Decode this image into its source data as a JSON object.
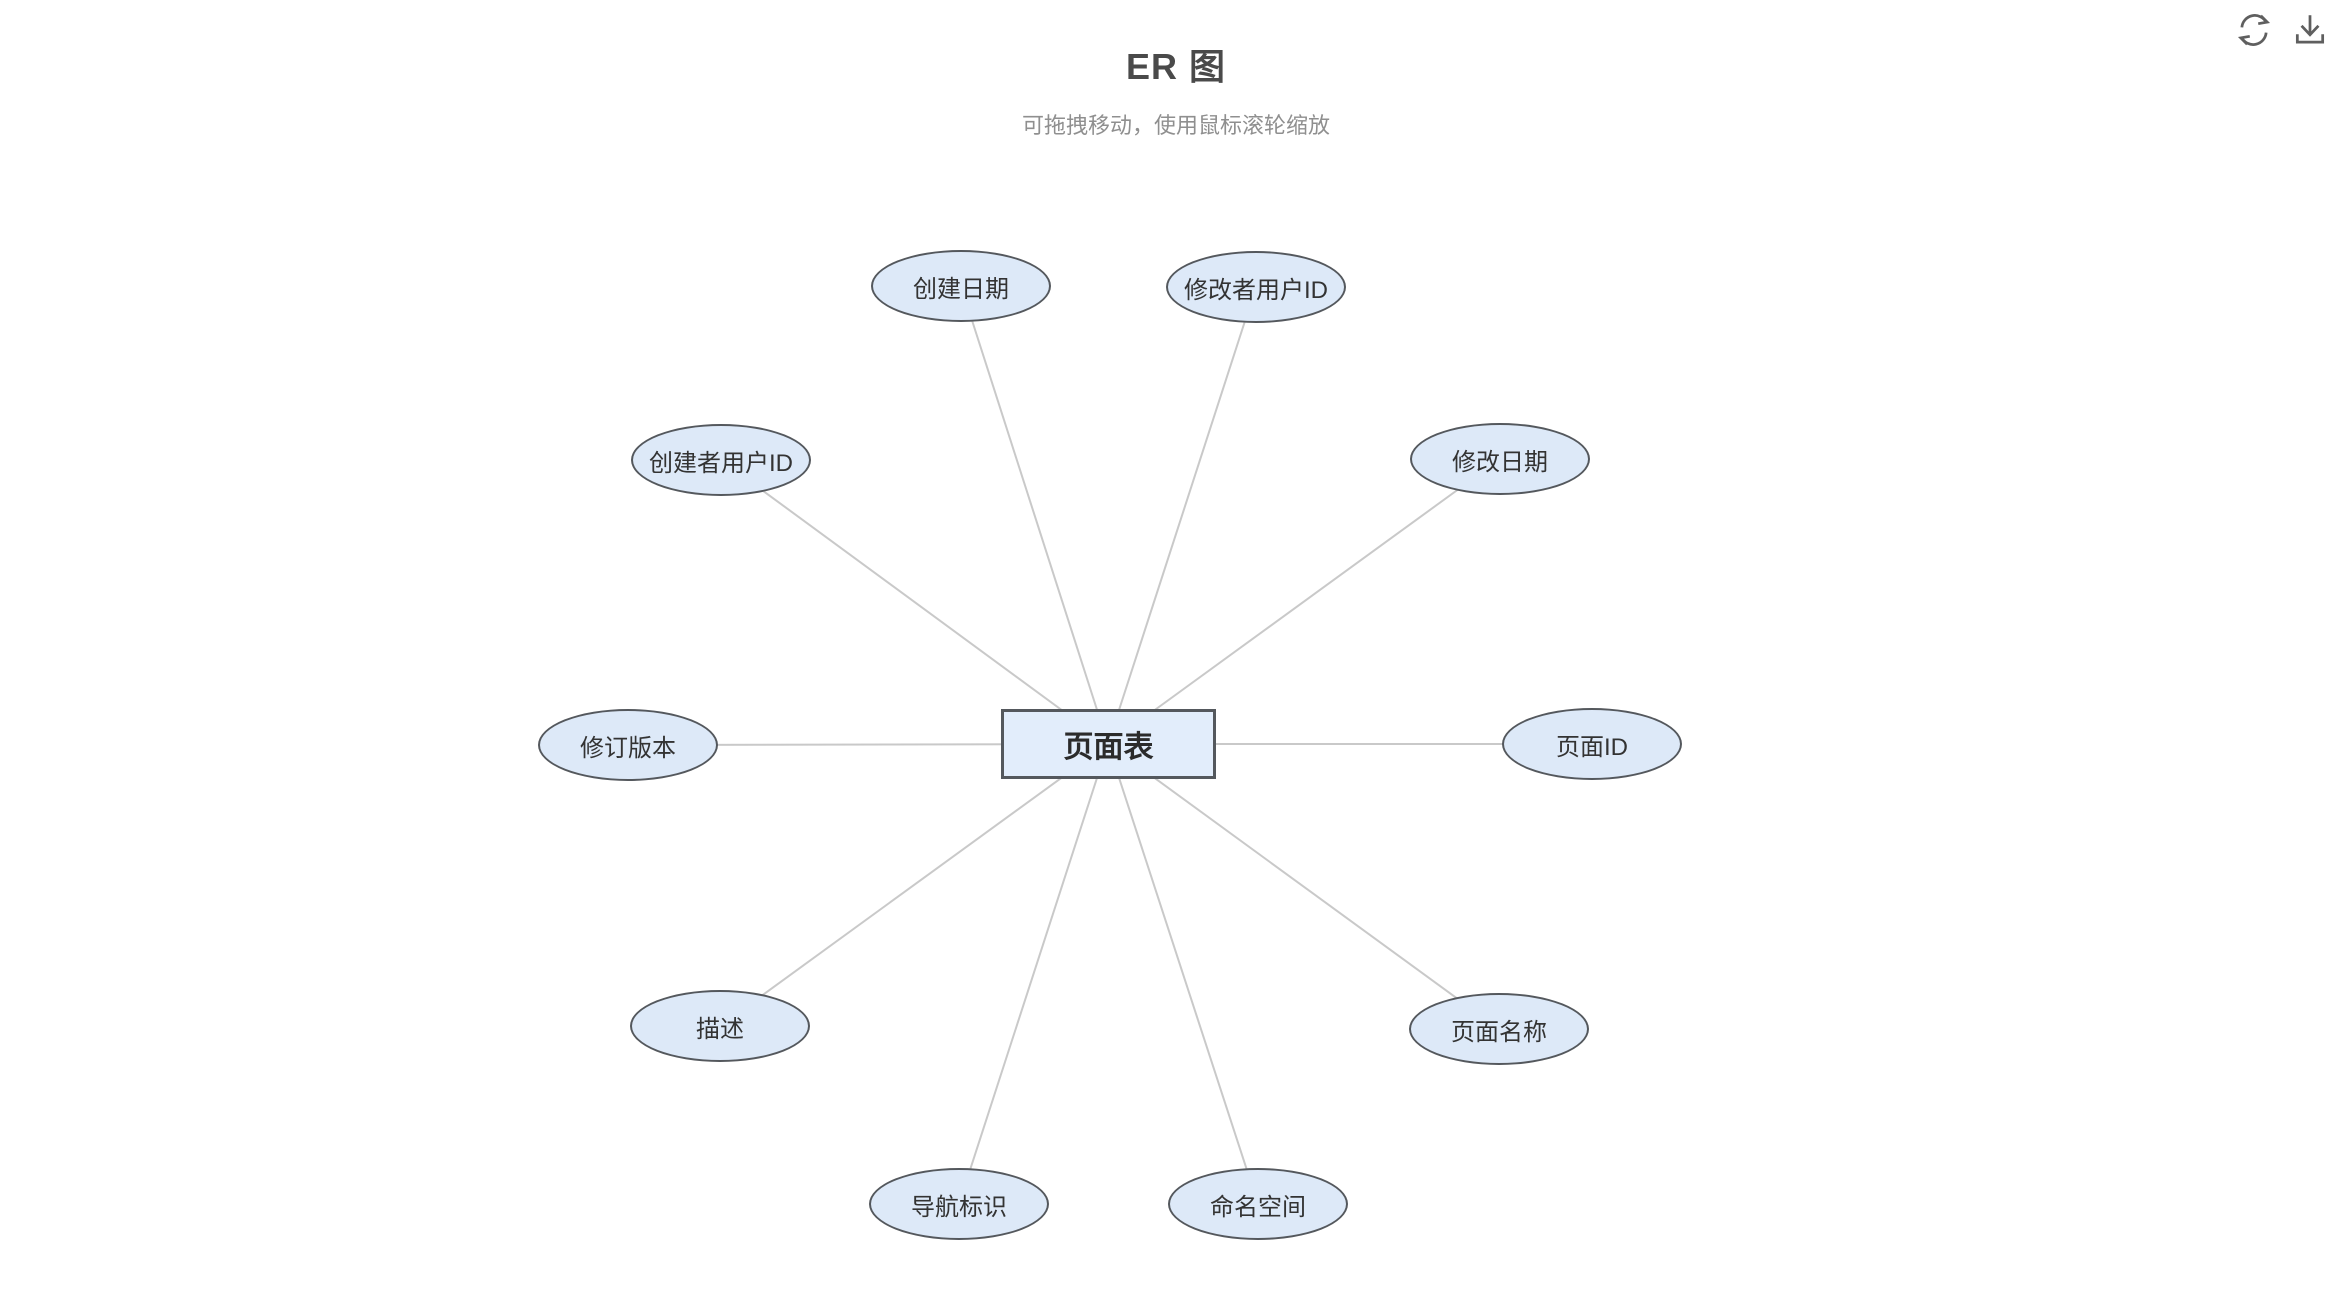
{
  "header": {
    "title": "ER 图",
    "subtitle": "可拖拽移动，使用鼠标滚轮缩放"
  },
  "toolbar": {
    "buttons": [
      {
        "icon": "refresh-icon",
        "glyph": "circular-arrows"
      },
      {
        "icon": "download-icon",
        "glyph": "arrow-down-to-tray"
      }
    ]
  },
  "diagram": {
    "type": "er-diagram",
    "entity": {
      "label": "页面表",
      "shape": "rectangle"
    },
    "attributes": [
      {
        "label": "创建日期",
        "shape": "ellipse"
      },
      {
        "label": "修改者用户ID",
        "shape": "ellipse"
      },
      {
        "label": "修改日期",
        "shape": "ellipse"
      },
      {
        "label": "页面ID",
        "shape": "ellipse"
      },
      {
        "label": "页面名称",
        "shape": "ellipse"
      },
      {
        "label": "命名空间",
        "shape": "ellipse"
      },
      {
        "label": "导航标识",
        "shape": "ellipse"
      },
      {
        "label": "描述",
        "shape": "ellipse"
      },
      {
        "label": "修订版本",
        "shape": "ellipse"
      },
      {
        "label": "创建者用户ID",
        "shape": "ellipse"
      }
    ],
    "colors": {
      "node_fill": "#dde9f8",
      "entity_fill": "#e2edfb",
      "node_border": "#54585d",
      "connector": "#c9c9c9",
      "title_text": "#4a4a4a",
      "subtitle_text": "#8f8f8f",
      "icon": "#5f5f5f"
    }
  }
}
